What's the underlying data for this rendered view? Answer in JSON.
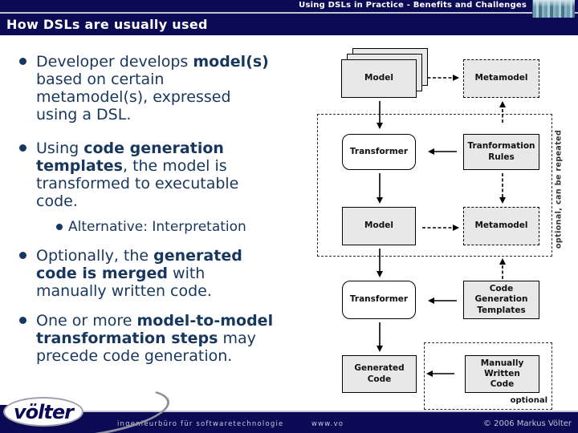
{
  "header": {
    "topline": "Using DSLs in Practice - Benefits and Challenges",
    "title": "How DSLs are usually used"
  },
  "bullets": {
    "b1": {
      "l1a": "Developer develops ",
      "l1b": "model(s)",
      "l2": "based on certain",
      "l3": "metamodel(s), expressed",
      "l4": "using a DSL."
    },
    "b2": {
      "l1a": "Using ",
      "l1b": "code generation",
      "l2a": "templates",
      "l2b": ", the model is",
      "l3": "transformed to executable",
      "l4": "code."
    },
    "sub": "Alternative: Interpretation",
    "b3": {
      "l1a": "Optionally, the ",
      "l1b": "generated",
      "l2a": "code is merged",
      "l2b": " with",
      "l3": "manually written code."
    },
    "b4": {
      "l1a": "One or more ",
      "l1b": "model-to-model",
      "l2a": "transformation steps",
      "l2b": " may",
      "l3": "precede code generation."
    }
  },
  "diagram": {
    "model_stack": "Model",
    "metamodel_top": "Metamodel",
    "transformer_1": "Transformer",
    "transformation_rules": "Tranformation\nRules",
    "model_2": "Model",
    "metamodel_2": "Metamodel",
    "transformer_2": "Transformer",
    "code_gen_templates": "Code\nGeneration\nTemplates",
    "generated_code": "Generated Code",
    "manually_written_code": "Manually\nWritten\nCode",
    "optional_repeated_label": "optional, can be repeated",
    "optional_label": "optional"
  },
  "footer": {
    "logo": "völter",
    "tagline": "ingenieurbüro für softwaretechnologie",
    "url": "www.vo",
    "copyright": "© 2006  Markus Völter"
  },
  "colors": {
    "navy": "#0a0a55",
    "body_text": "#17375e",
    "box_fill": "#e8e8e8",
    "separator": "#c6c6d2"
  }
}
